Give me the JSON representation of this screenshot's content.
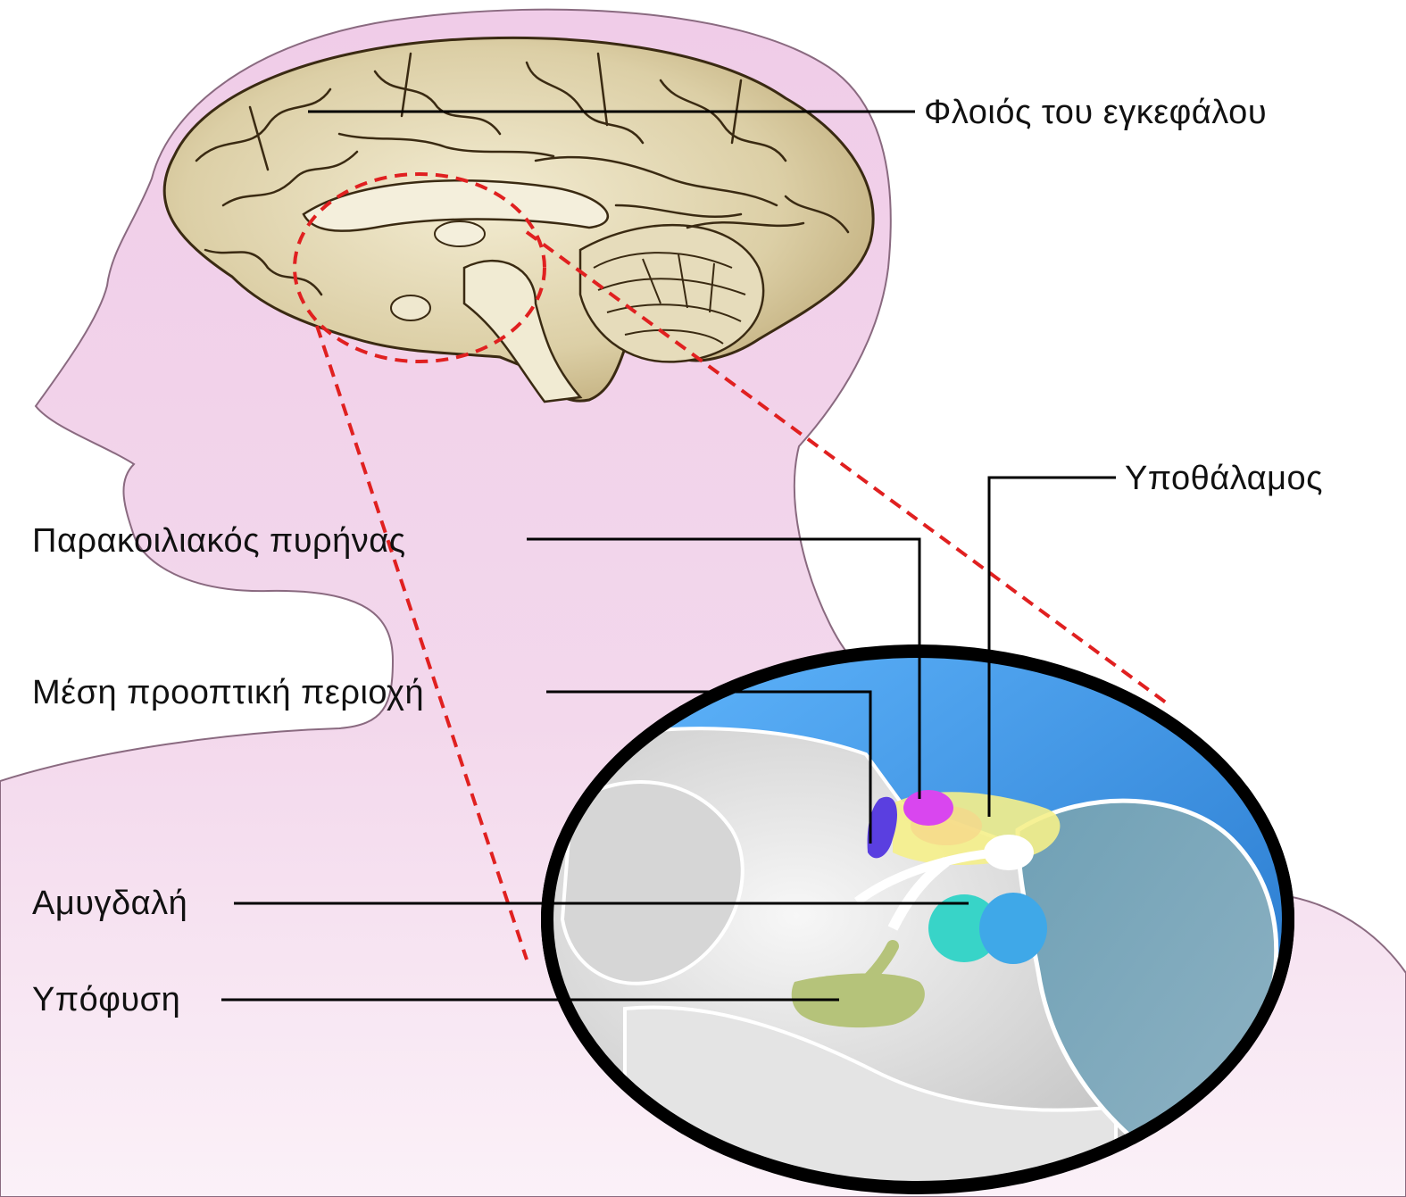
{
  "labels": {
    "cortex": "Φλοιός του εγκεφάλου",
    "hypothalamus": "Υποθάλαμος",
    "paraventricular": "Παρακοιλιακός πυρήνας",
    "medial_preoptic": "Μέση προοπτική περιοχή",
    "amygdala": "Αμυγδαλή",
    "pituitary": "Υπόφυση"
  },
  "colors": {
    "skin": "#f2d3ea",
    "brain": "#d9cba0",
    "zoom_sky": "#4aa3ef",
    "zoom_frame": "#000000",
    "paraventricular_nucleus": "#d946ef",
    "medial_preoptic_area": "#5a3fe0",
    "hypothalamus_region": "#f5f08a",
    "amygdala_region": "#38d4c8",
    "pituitary_gland": "#b5c37a",
    "guide_dashes": "#e02020"
  }
}
